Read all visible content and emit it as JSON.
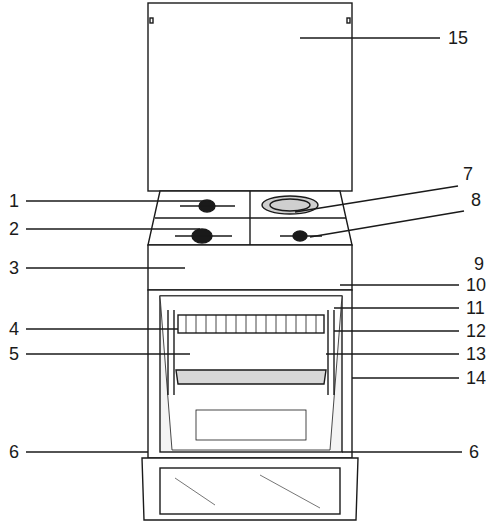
{
  "diagram": {
    "labels": [
      "15",
      "7",
      "1",
      "8",
      "2",
      "3",
      "9",
      "10",
      "4",
      "11",
      "5",
      "12",
      "13",
      "14",
      "6",
      "6"
    ]
  }
}
